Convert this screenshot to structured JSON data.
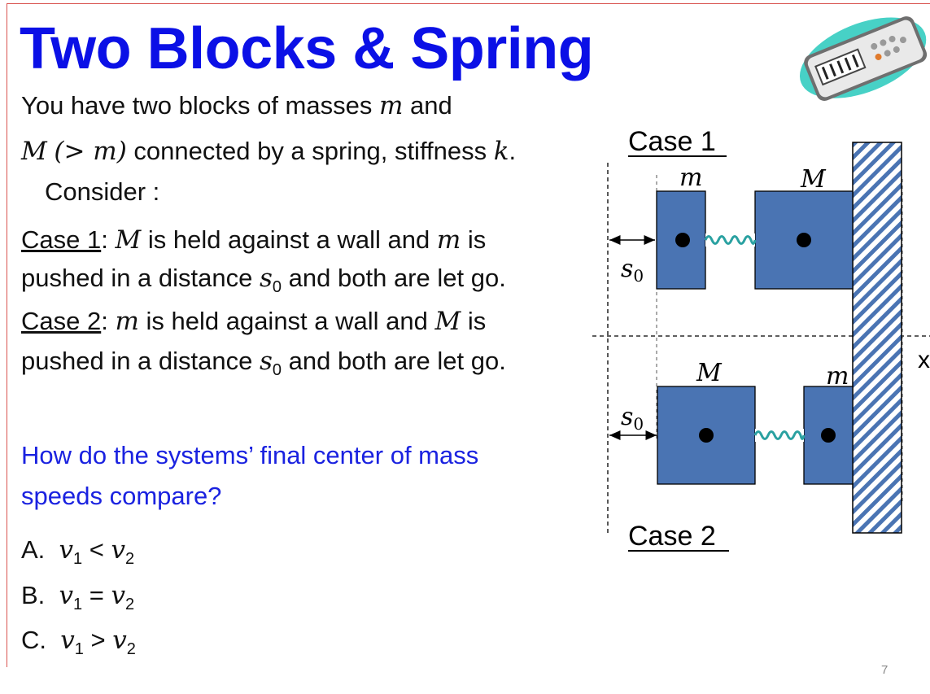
{
  "slide": {
    "title": "Two Blocks & Spring",
    "intro": {
      "l1a": "You have two blocks of masses ",
      "l1m": "m",
      "l1b": " and",
      "l2m1": "M",
      "l2m2": "(> m)",
      "l2b": " connected by a spring, stiffness ",
      "l2k": "k",
      "l2c": ".",
      "l3": "Consider :"
    },
    "case1": {
      "label": "Case 1",
      "colon": ": ",
      "M": "M",
      "a": " is held against a wall and ",
      "m": "m",
      "b": " is",
      "c": "pushed in a distance ",
      "s": "s",
      "sub": "0",
      "d": " and both are let go."
    },
    "case2": {
      "label": "Case 2",
      "colon": ": ",
      "m": "m",
      "a": " is held against a wall and ",
      "M": "M",
      "b": " is",
      "c": "pushed in a distance ",
      "s": "s",
      "sub": "0",
      "d": " and both are let go."
    },
    "question": {
      "line1": "How do the systems’ final center of mass",
      "line2": "speeds compare?"
    },
    "options": [
      {
        "letter": "A.",
        "lhs": "v",
        "lsub": "1",
        "op": "<",
        "rhs": "v",
        "rsub": "2"
      },
      {
        "letter": "B.",
        "lhs": "v",
        "lsub": "1",
        "op": "=",
        "rhs": "v",
        "rsub": "2"
      },
      {
        "letter": "C.",
        "lhs": "v",
        "lsub": "1",
        "op": ">",
        "rhs": "v",
        "rsub": "2"
      }
    ],
    "slide_number": "7"
  },
  "diagram": {
    "case1_label": "Case 1",
    "case2_label": "Case 2",
    "top_small_mass": "m",
    "top_large_mass": "M",
    "bottom_large_mass": "M",
    "bottom_small_mass": "m",
    "s_symbol": "s",
    "s_sub": "0",
    "axis_label": "x",
    "block_color": "#4a74b3",
    "spring_color": "#2aa1a1",
    "wall_color": "#4a74b3"
  }
}
